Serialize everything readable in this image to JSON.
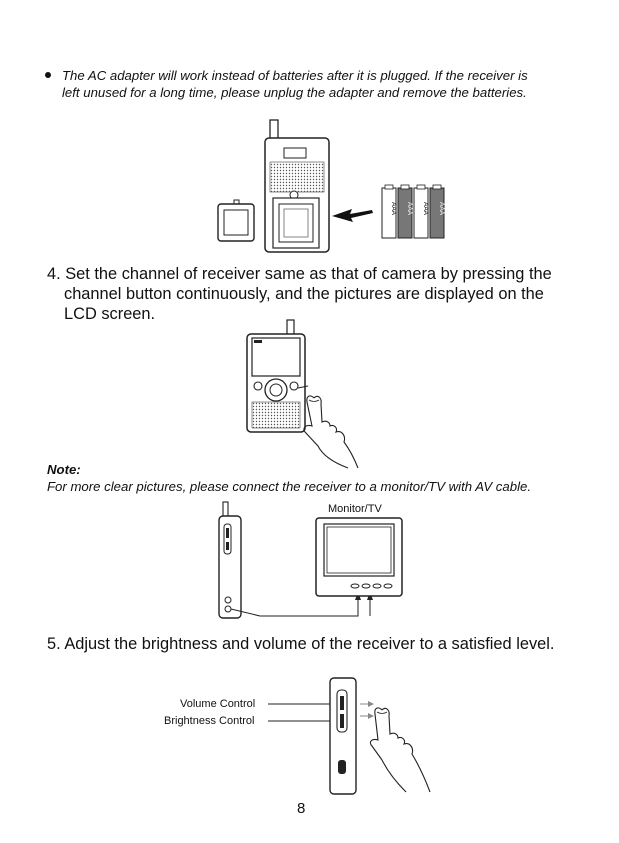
{
  "bullet_note": {
    "line1": "The AC adapter will work instead of batteries after it is plugged. If the receiver is",
    "line2": "left unused for a long time, please unplug the adapter and remove the batteries."
  },
  "step4": {
    "line1": "4. Set the channel of receiver same as that of camera by pressing the",
    "line2": "channel button continuously, and the pictures are displayed on the",
    "line3": "LCD screen."
  },
  "note": {
    "heading": "Note:",
    "text": "For more clear pictures, please connect the receiver to a monitor/TV with AV cable."
  },
  "fig3": {
    "monitor_label": "Monitor/TV"
  },
  "step5": {
    "text": "5. Adjust the brightness and volume of the receiver to a satisfied level."
  },
  "fig4": {
    "volume_label": "Volume Control",
    "brightness_label": "Brightness Control"
  },
  "page_number": "8",
  "battery_marks": [
    "AAA",
    "AAA",
    "AAA",
    "AAA"
  ]
}
